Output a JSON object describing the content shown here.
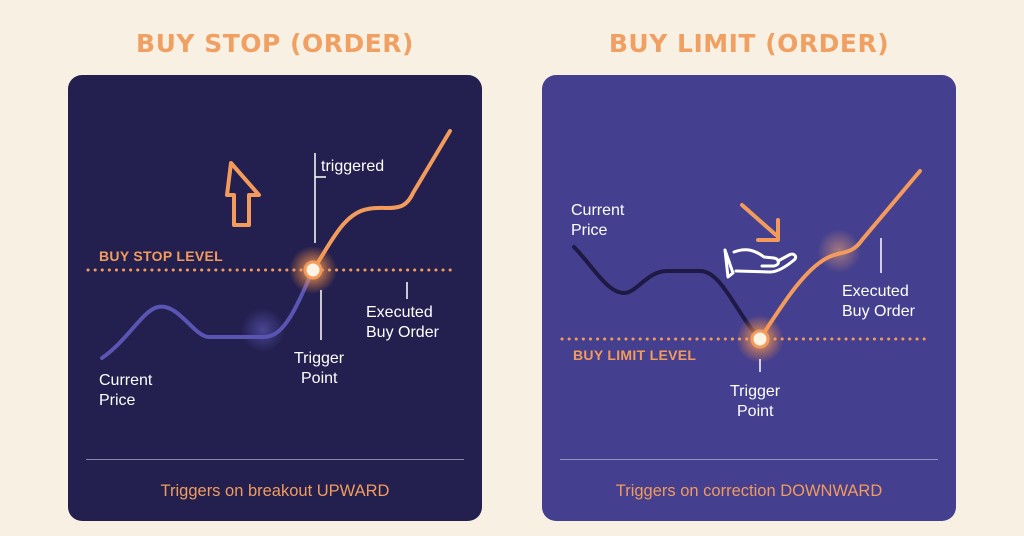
{
  "panels": {
    "buy_stop": {
      "title": "BUY STOP (ORDER)",
      "level_label": "BUY STOP LEVEL",
      "current_price": [
        "Current",
        "Price"
      ],
      "triggered_label": "triggered",
      "trigger_point": [
        "Trigger",
        "Point"
      ],
      "executed": [
        "Executed",
        "Buy Order"
      ],
      "footer": "Triggers on breakout UPWARD",
      "colors": {
        "background": "#23204f",
        "price_before": "#5a54b3",
        "price_after": "#f29b5c"
      },
      "icon": "up-arrow-icon"
    },
    "buy_limit": {
      "title": "BUY LIMIT (ORDER)",
      "level_label": "BUY LIMIT LEVEL",
      "current_price": [
        "Current",
        "Price"
      ],
      "trigger_point": [
        "Trigger",
        "Point"
      ],
      "executed": [
        "Executed",
        "Buy Order"
      ],
      "footer": "Triggers on correction DOWNWARD",
      "colors": {
        "background": "#443f8e",
        "price_before": "#1e1a45",
        "price_after": "#f29b5c"
      },
      "icons": [
        "down-arrow-icon",
        "open-hand-icon"
      ]
    }
  },
  "colors": {
    "page_background": "#f8f1e3",
    "accent": "#f0a062",
    "trigger_glow": "#ffc98e"
  }
}
